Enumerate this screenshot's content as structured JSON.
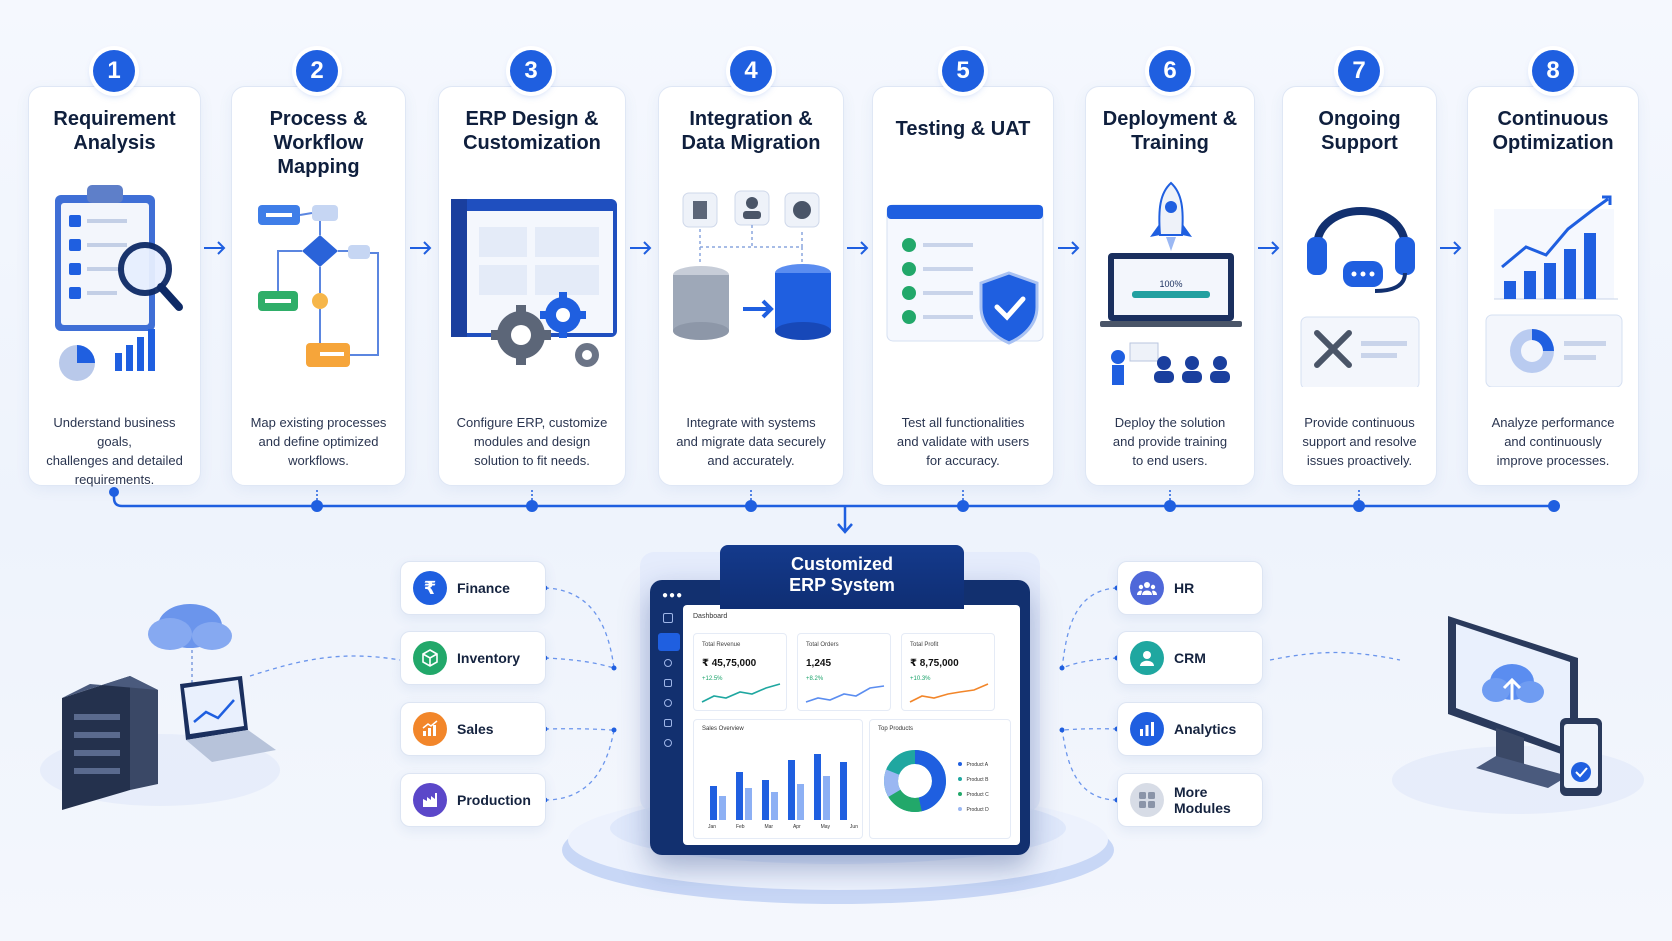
{
  "steps": [
    {
      "num": "1",
      "title": "Requirement\nAnalysis",
      "desc": "Understand business goals,\nchallenges and detailed\nrequirements."
    },
    {
      "num": "2",
      "title": "Process &\nWorkflow\nMapping",
      "desc": "Map existing processes\nand define optimized\nworkflows."
    },
    {
      "num": "3",
      "title": "ERP Design &\nCustomization",
      "desc": "Configure ERP, customize\nmodules and design\nsolution to fit needs."
    },
    {
      "num": "4",
      "title": "Integration &\nData Migration",
      "desc": "Integrate with systems\nand migrate data securely\nand accurately."
    },
    {
      "num": "5",
      "title": "Testing & UAT",
      "desc": "Test all functionalities\nand validate with users\nfor accuracy."
    },
    {
      "num": "6",
      "title": "Deployment &\nTraining",
      "desc": "Deploy the solution\nand provide training\nto end users."
    },
    {
      "num": "7",
      "title": "Ongoing\nSupport",
      "desc": "Provide continuous\nsupport and resolve\nissues proactively."
    },
    {
      "num": "8",
      "title": "Continuous\nOptimization",
      "desc": "Analyze performance\nand continuously\nimprove processes."
    }
  ],
  "progress_label": "100%",
  "center": {
    "title": "Customized\nERP System",
    "dashboard": {
      "heading": "Dashboard",
      "kpis": [
        {
          "label": "Total Revenue",
          "value": "₹ 45,75,000",
          "change": "+12.5%"
        },
        {
          "label": "Total Orders",
          "value": "1,245",
          "change": "+8.2%"
        },
        {
          "label": "Total Profit",
          "value": "₹ 8,75,000",
          "change": "+10.3%"
        }
      ],
      "sales_title": "Sales Overview",
      "months": [
        "Jan",
        "Feb",
        "Mar",
        "Apr",
        "May",
        "Jun"
      ],
      "top_title": "Top Products",
      "products": [
        "Product A",
        "Product B",
        "Product C",
        "Product D"
      ]
    }
  },
  "modules_left": [
    {
      "label": "Finance",
      "icon": "rupee-icon",
      "color": "#1f5fe0"
    },
    {
      "label": "Inventory",
      "icon": "box-icon",
      "color": "#22a86a"
    },
    {
      "label": "Sales",
      "icon": "chart-up-icon",
      "color": "#f2862a"
    },
    {
      "label": "Production",
      "icon": "factory-icon",
      "color": "#5b47c9"
    }
  ],
  "modules_right": [
    {
      "label": "HR",
      "icon": "users-icon",
      "color": "#4f68d9"
    },
    {
      "label": "CRM",
      "icon": "user-icon",
      "color": "#1fa7a0"
    },
    {
      "label": "Analytics",
      "icon": "bar-chart-icon",
      "color": "#1f5fe0"
    },
    {
      "label": "More Modules",
      "icon": "grid-icon",
      "color": "#8a94a8"
    }
  ]
}
